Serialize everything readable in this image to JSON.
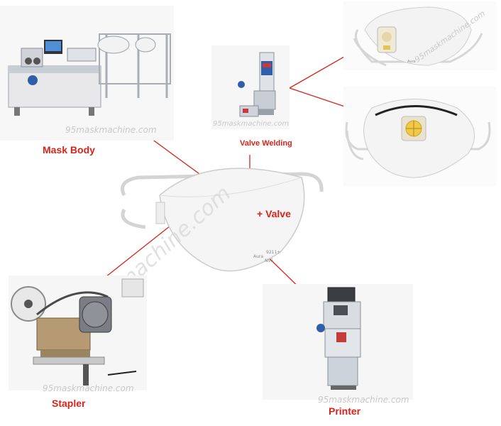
{
  "labels": {
    "mask_body": "Mask Body",
    "valve_welding": "Valve Welding",
    "valve": "+ Valve",
    "stapler": "Stapler",
    "printer": "Printer"
  },
  "watermarks": {
    "site": "95maskmachine.com",
    "big": "95maskmachine.com"
  },
  "mask_print": {
    "brand": "Aura",
    "model": "9211+",
    "standard": "N95"
  },
  "colors": {
    "label_red": "#d8231c",
    "connector_red": "#d8231c",
    "machine_blue": "#2e5fa8"
  }
}
